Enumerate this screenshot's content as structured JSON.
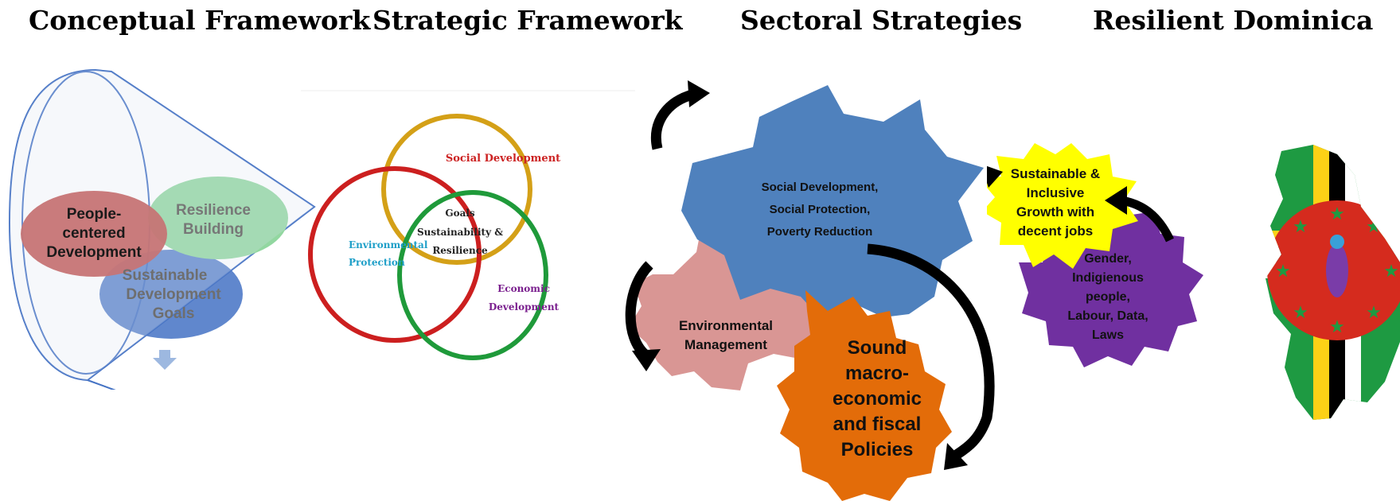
{
  "headings": {
    "conceptual": "Conceptual Framework",
    "strategic": "Strategic Framework",
    "sectoral": "Sectoral Strategies",
    "resilient": "Resilient Dominica"
  },
  "conceptual": {
    "people_line1": "People-",
    "people_line2": "centered",
    "people_line3": "Development",
    "resilience_line1": "Resilience",
    "resilience_line2": "Building",
    "sdg_line1": "Sustainable",
    "sdg_line2": "Development",
    "sdg_line3": "Goals"
  },
  "strategic": {
    "social": "Social Development",
    "environmental_line1": "Environmental",
    "environmental_line2": "Protection",
    "economic_line1": "Economic",
    "economic_line2": "Development",
    "center_line1": "Goals",
    "center_line2": "Sustainability &",
    "center_line3": "Resilience"
  },
  "sectoral": {
    "blue_line1": "Social Development,",
    "blue_line2": "Social Protection,",
    "blue_line3": "Poverty Reduction",
    "pink_line1": "Environmental",
    "pink_line2": "Management",
    "orange_line1": "Sound",
    "orange_line2": "macro-",
    "orange_line3": "economic",
    "orange_line4": "and fiscal",
    "orange_line5": "Policies"
  },
  "resilient": {
    "yellow_line1": "Sustainable &",
    "yellow_line2": "Inclusive",
    "yellow_line3": "Growth with",
    "yellow_line4": "decent jobs",
    "purple_line1": "Gender,",
    "purple_line2": "Indigienous",
    "purple_line3": "people,",
    "purple_line4": "Labour, Data,",
    "purple_line5": "Laws"
  },
  "colors": {
    "people": "#c0504d",
    "resilience": "#92d7a0",
    "sdg": "#4472c4",
    "social_ring": "#d4a017",
    "env_ring": "#cc1f1f",
    "econ_ring": "#1f9a3a",
    "blue_gear": "#4f81bd",
    "pink_gear": "#d99694",
    "orange_gear": "#e36c09",
    "yellow_gear": "#ffff00",
    "purple_gear": "#7030a0",
    "flag_green": "#1e9a42",
    "flag_red": "#d52b1e",
    "flag_yellow": "#fcd116"
  }
}
